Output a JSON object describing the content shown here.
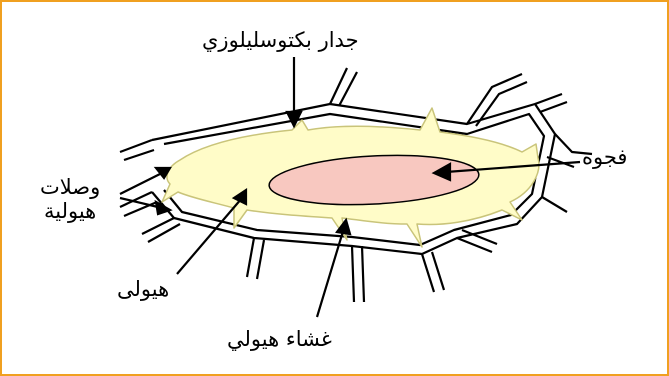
{
  "labels": {
    "cell_wall": "جدار بكتوسليلوزي",
    "vacuole": "فجوة",
    "plasmodesmata_line1": "وصلات",
    "plasmodesmata_line2": "هيولية",
    "cytoplasm": "هيولى",
    "plasma_membrane": "غشاء هيولي"
  },
  "colors": {
    "frame_border": "#f0a020",
    "cytoplasm_fill": "#fffcc8",
    "cytoplasm_stroke": "#d8d48a",
    "vacuole_fill": "#f8c8c0",
    "line_color": "#000000"
  }
}
